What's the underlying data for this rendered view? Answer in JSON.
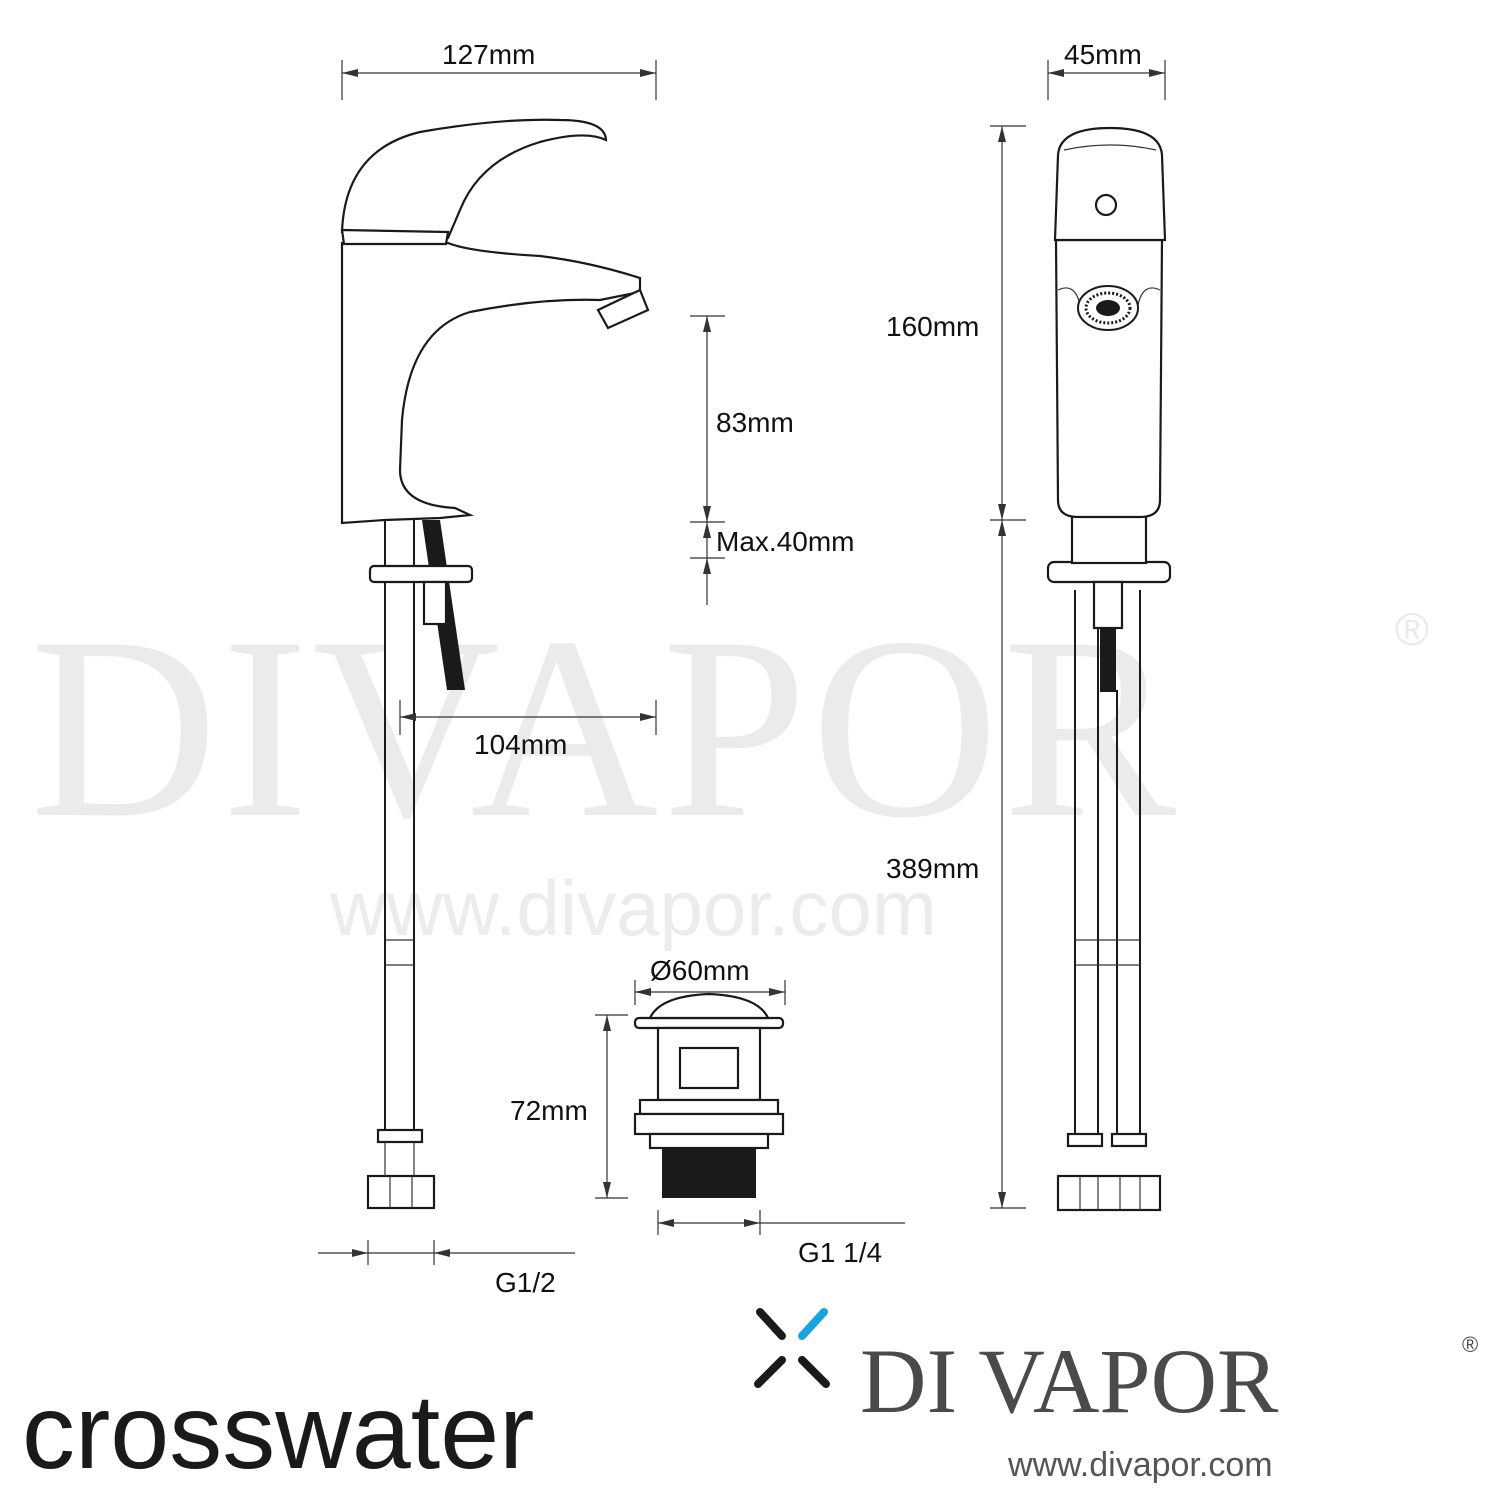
{
  "watermark": {
    "brand": "DIVAPOR",
    "registered_mark": "®",
    "url": "www.divapor.com"
  },
  "dimensions": {
    "total_width": "127mm",
    "spout_reach": "104mm",
    "spout_height": "83mm",
    "max_deck_thickness": "Max.40mm",
    "body_depth": "45mm",
    "tap_height": "160mm",
    "hose_length": "389mm",
    "waste_diameter": "Ø60mm",
    "waste_height": "72mm",
    "hose_thread": "G1/2",
    "waste_thread": "G1 1/4"
  },
  "branding": {
    "manufacturer": "crosswater",
    "manufacturer_accent_color": "#1aa3dc",
    "retailer": "DI VAPOR",
    "retailer_registered_mark": "®",
    "retailer_url": "www.divapor.com"
  }
}
